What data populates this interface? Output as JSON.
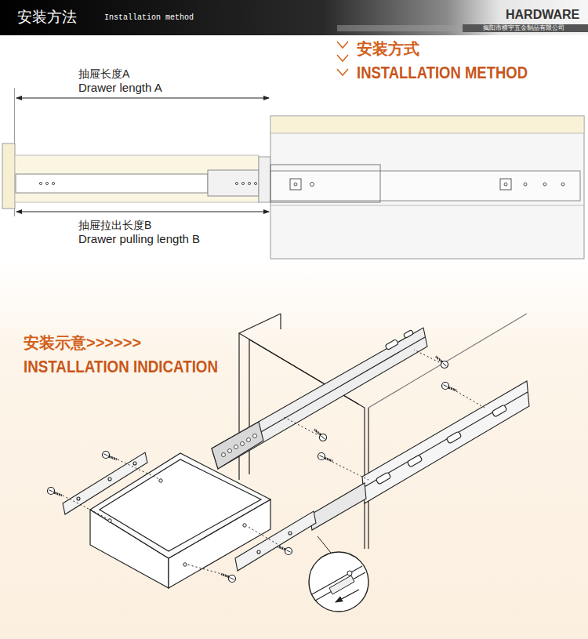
{
  "diagram": {
    "title": "安装方法",
    "labels": [
      "Installation method",
      "HARDWARE",
      "揭阳市横宇五金制品有限公司",
      "抽屉长度A",
      "Drawer length A",
      "抽屉拉出长度B",
      "Drawer pulling length B",
      "安装方式",
      "INSTALLATION METHOD",
      "安装示意>>>>>>",
      "INSTALLATION INDICATION"
    ]
  }
}
